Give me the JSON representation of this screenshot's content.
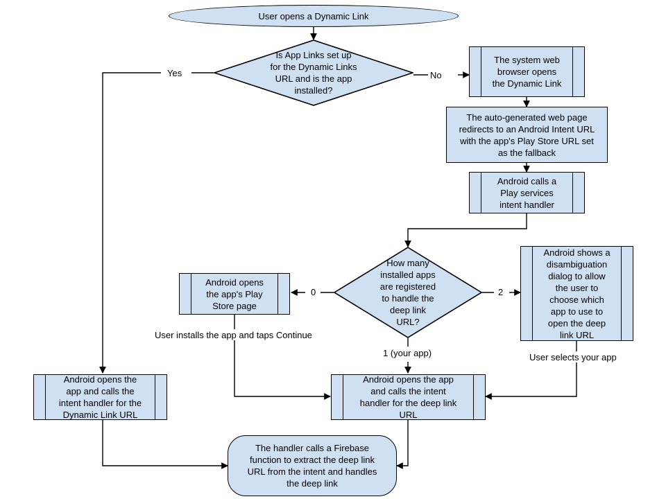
{
  "diagram": {
    "title": "Firebase Dynamic Links — Android open flow",
    "colors": {
      "node_fill": "#cfe0f2",
      "node_stroke": "#000000",
      "edge_stroke": "#000000",
      "background": "#ffffff",
      "text": "#000000"
    },
    "nodes": [
      {
        "id": "start",
        "shape": "ellipse",
        "label": "User opens a Dynamic Link"
      },
      {
        "id": "decision-applinks",
        "shape": "decision",
        "label": "Is App Links set up\nfor the Dynamic Links\nURL and is the app\ninstalled?"
      },
      {
        "id": "system-browser",
        "shape": "predefined-process",
        "label": "The system web\nbrowser opens\nthe Dynamic Link"
      },
      {
        "id": "autogen-page",
        "shape": "process",
        "label": "The auto-generated web page\nredirects to an Android Intent URL\nwith the app's Play Store URL set\nas the fallback"
      },
      {
        "id": "play-services",
        "shape": "predefined-process",
        "label": "Android calls a\nPlay services\nintent handler"
      },
      {
        "id": "decision-howmany",
        "shape": "decision",
        "label": "How many\ninstalled apps\nare registered\nto handle the\ndeep link\nURL?"
      },
      {
        "id": "play-store-page",
        "shape": "predefined-process",
        "label": "Android opens\nthe app's Play\nStore page"
      },
      {
        "id": "disambiguation",
        "shape": "predefined-process",
        "label": "Android shows a\ndisambiguation\ndialog to allow\nthe user to\nchoose which\napp to use to\nopen the deep\nlink URL"
      },
      {
        "id": "open-dynamic-link",
        "shape": "predefined-process",
        "label": "Android opens the\napp and calls the\nintent handler for the\nDynamic Link URL"
      },
      {
        "id": "open-deep-link",
        "shape": "predefined-process",
        "label": "Android opens the app\nand calls the intent\nhandler for the deep link\nURL"
      },
      {
        "id": "handler-firebase",
        "shape": "rounded",
        "label": "The handler calls a Firebase\nfunction to extract the deep link\nURL from the intent and handles\nthe deep link"
      }
    ],
    "edge_labels": [
      {
        "id": "label-yes",
        "text": "Yes"
      },
      {
        "id": "label-no",
        "text": "No"
      },
      {
        "id": "label-zero",
        "text": "0"
      },
      {
        "id": "label-two",
        "text": "2"
      },
      {
        "id": "label-one-your-app",
        "text": "1 (your app)"
      },
      {
        "id": "label-user-installs",
        "text": "User installs the app and taps Continue"
      },
      {
        "id": "label-user-selects",
        "text": "User selects your app"
      }
    ]
  }
}
